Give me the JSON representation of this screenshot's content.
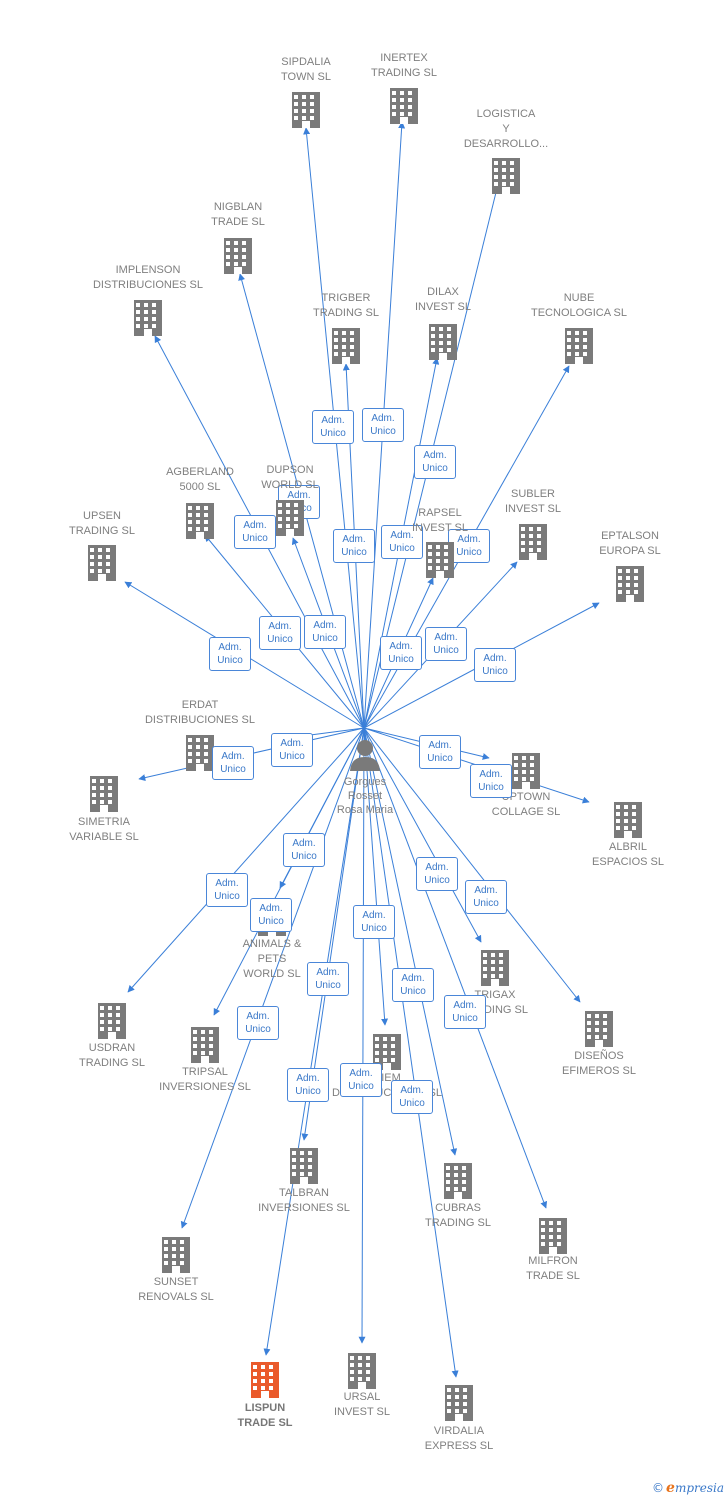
{
  "diagram": {
    "center": {
      "label": "Gorgues\nRosset\nRosa Maria"
    },
    "badge_text": "Adm.\nUnico",
    "colors": {
      "edge": "#3a7fd8",
      "building": "#7a7a7a",
      "building_highlight": "#ea5a2b",
      "label": "#7f7f7f"
    },
    "companies": [
      {
        "label": "SIPDALIA\nTOWN SL"
      },
      {
        "label": "INERTEX\nTRADING SL"
      },
      {
        "label": "LOGISTICA\nY\nDESARROLLO..."
      },
      {
        "label": "NIGBLAN\nTRADE SL"
      },
      {
        "label": "IMPLENSON\nDISTRIBUCIONES SL"
      },
      {
        "label": "TRIGBER\nTRADING SL"
      },
      {
        "label": "DILAX\nINVEST SL"
      },
      {
        "label": "NUBE\nTECNOLOGICA SL"
      },
      {
        "label": "AGBERLAND\n5000 SL"
      },
      {
        "label": "DUPSON\nWORLD SL"
      },
      {
        "label": "RAPSEL\nINVEST SL"
      },
      {
        "label": "SUBLER\nINVEST SL"
      },
      {
        "label": "UPSEN\nTRADING SL"
      },
      {
        "label": "EPTALSON\nEUROPA SL"
      },
      {
        "label": "ERDAT\nDISTRIBUCIONES SL"
      },
      {
        "label": "SIMETRIA\nVARIABLE SL"
      },
      {
        "label": "UPTOWN\nCOLLAGE SL"
      },
      {
        "label": "ALBRIL\nESPACIOS SL"
      },
      {
        "label": "ANIMALS &\nPETS\nWORLD SL"
      },
      {
        "label": "USDRAN\nTRADING SL"
      },
      {
        "label": "TRIPSAL\nINVERSIONES SL"
      },
      {
        "label": "TRIGAX\nTRADING SL"
      },
      {
        "label": "DISEÑOS\nEFIMEROS SL"
      },
      {
        "label": "DIEM\nDISTRIBUCIONES SL"
      },
      {
        "label": "TALBRAN\nINVERSIONES SL"
      },
      {
        "label": "CUBRAS\nTRADING SL"
      },
      {
        "label": "MILFRON\nTRADE SL"
      },
      {
        "label": "SUNSET\nRENOVALS SL"
      },
      {
        "label": "LISPUN\nTRADE  SL",
        "highlight": true
      },
      {
        "label": "URSAL\nINVEST SL"
      },
      {
        "label": "VIRDALIA\nEXPRESS SL"
      }
    ]
  },
  "footer": {
    "copyright": "©",
    "brand_initial": "e",
    "brand_rest": "mpresia"
  }
}
